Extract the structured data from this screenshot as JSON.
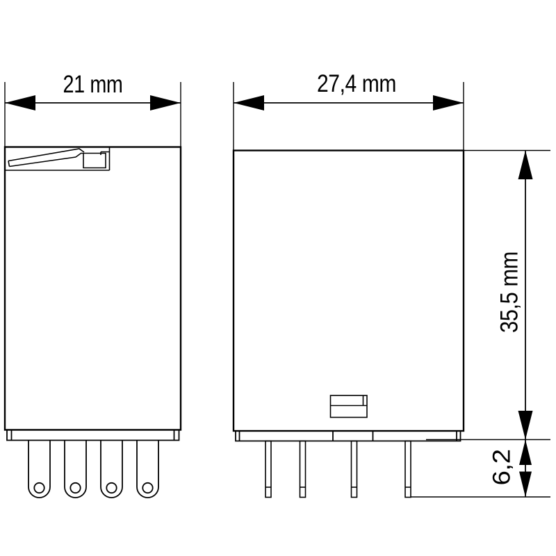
{
  "page": {
    "background_color": "#ffffff",
    "line_color": "#000000"
  },
  "drawing": {
    "type": "technical-dimension-drawing",
    "views": {
      "side_view": "relay side view with release lever, mounting flange and 4 plug-in pins with holes",
      "front_view": "relay front view with latch clip, mounting flange and 4 flat pins"
    },
    "dimensions": {
      "side_view_width": "21 mm",
      "front_view_width": "27,4 mm",
      "body_height": "35,5 mm",
      "pin_length": "6,2"
    }
  }
}
